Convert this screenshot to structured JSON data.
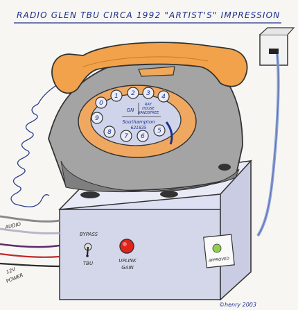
{
  "title": "RADIO GLEN TBU CIRCA 1992 \"ARTIST'S\" IMPRESSION",
  "telephone": {
    "dial_label_gn": "GN",
    "dial_label_ray": "RAY",
    "dial_label_house": "HOUSE",
    "dial_label_handsfree": "HANDSFREE",
    "dial_location": "Southampton",
    "dial_number": "621835"
  },
  "box": {
    "bypass_label": "BYPASS",
    "tbu_label": "TBU",
    "uplink_label": "UPLINK",
    "gain_label": "GAIN",
    "approved_label": "APPROVED"
  },
  "cables": {
    "audio_label": "AUDIO",
    "power_label_1": "12V",
    "power_label_2": "POWER"
  },
  "signature": "©henry 2003",
  "colors": {
    "handset_orange": "#f2a24a",
    "phone_grey": "#9a9a9a",
    "dial_orange": "#f0a860",
    "box_blue": "#d9dcf0",
    "knob_red": "#e0241c",
    "approved_green": "#8fd14f",
    "ink_blue": "#1d2f8a"
  }
}
